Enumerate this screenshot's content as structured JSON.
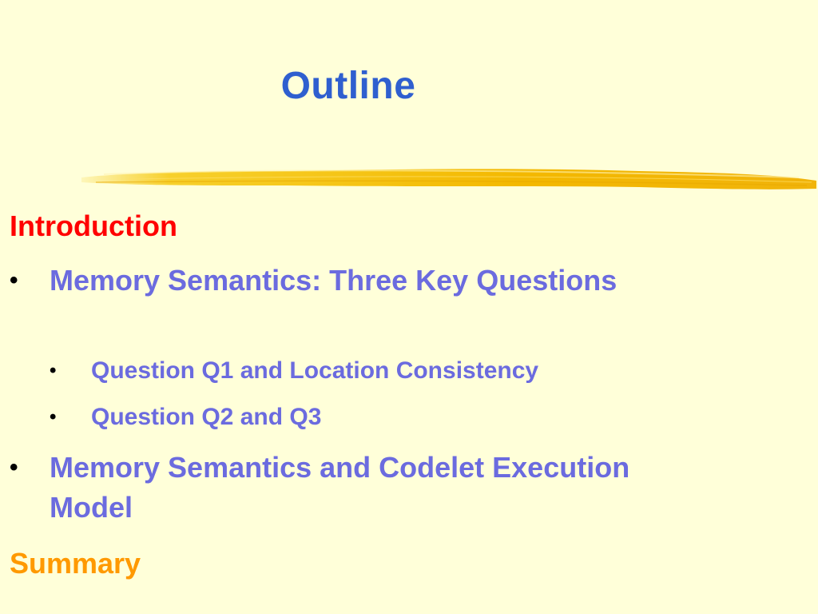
{
  "colors": {
    "background": "#ffffd9",
    "title": "#2f5fcf",
    "introduction": "#ff0000",
    "bullet_text": "#6b6bdf",
    "summary": "#ff9900",
    "highlight": "#f5c400"
  },
  "slide": {
    "title": "Outline",
    "sections": {
      "introduction": "Introduction",
      "summary": "Summary"
    },
    "bullet_glyph": "•",
    "items": [
      {
        "text": "Memory Semantics: Three Key Questions",
        "subitems": [
          "Question Q1 and Location Consistency",
          "Question Q2 and Q3"
        ]
      },
      {
        "text": "Memory Semantics and  Codelet Execution Model",
        "subitems": []
      }
    ]
  }
}
